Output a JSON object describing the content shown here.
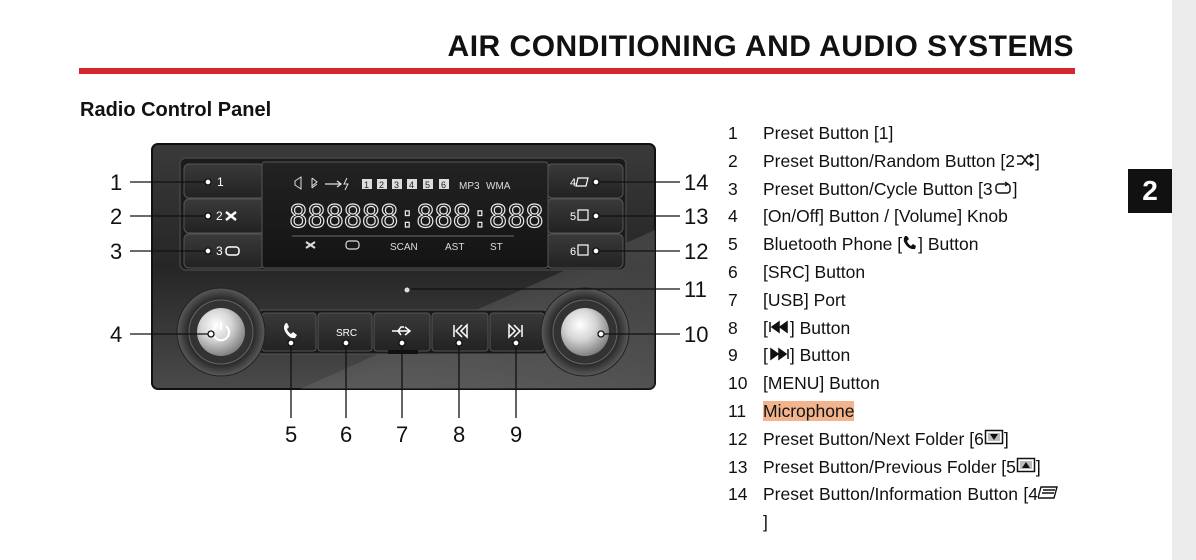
{
  "header": {
    "title": "AIR CONDITIONING AND AUDIO SYSTEMS",
    "chapter_tab": "2"
  },
  "section": {
    "heading": "Radio Control Panel"
  },
  "radio": {
    "left_presets": [
      "1",
      "2",
      "3"
    ],
    "right_presets": [
      "4",
      "5",
      "6"
    ],
    "display_icons": [
      "1",
      "2",
      "3",
      "4",
      "5",
      "6",
      "MP3",
      "WMA"
    ],
    "segments": "888888:888:888",
    "display_bottom": [
      "SCAN",
      "AST",
      "ST"
    ],
    "src_label": "SRC"
  },
  "callouts": {
    "left_numbers": [
      "1",
      "2",
      "3",
      "4"
    ],
    "right_numbers": [
      "14",
      "13",
      "12",
      "11",
      "10"
    ],
    "bottom_numbers": [
      "5",
      "6",
      "7",
      "8",
      "9"
    ]
  },
  "legend": [
    {
      "num": "1",
      "label": "Preset Button [1]"
    },
    {
      "num": "2",
      "label": "Preset Button/Random Button [2",
      "icon": "random-icon",
      "suffix": "]"
    },
    {
      "num": "3",
      "label": "Preset Button/Cycle Button [3",
      "icon": "cycle-icon",
      "suffix": "]"
    },
    {
      "num": "4",
      "label": "[On/Off] Button / [Volume] Knob"
    },
    {
      "num": "5",
      "label": "Bluetooth Phone [",
      "icon": "phone-icon",
      "suffix": "] Button"
    },
    {
      "num": "6",
      "label": "[SRC] Button"
    },
    {
      "num": "7",
      "label": "[USB] Port"
    },
    {
      "num": "8",
      "label": "[",
      "icon": "previous-track-icon",
      "suffix": "] Button"
    },
    {
      "num": "9",
      "label": "[",
      "icon": "next-track-icon",
      "suffix": "] Button"
    },
    {
      "num": "10",
      "label": "[MENU] Button"
    },
    {
      "num": "11",
      "label": "Microphone",
      "highlight": "#f2b48d"
    },
    {
      "num": "12",
      "label": "Preset Button/Next Folder [6",
      "icon": "next-folder-icon",
      "suffix": "]"
    },
    {
      "num": "13",
      "label": "Preset Button/Previous Folder [5",
      "icon": "previous-folder-icon",
      "suffix": "]"
    },
    {
      "num": "14",
      "label": "Preset Button/Information Button [4",
      "icon": "information-icon",
      "suffix": "]"
    }
  ],
  "colors": {
    "accent_red": "#d7262f",
    "highlight": "#f2b48d",
    "panel_dark": "#2b2b2b"
  }
}
